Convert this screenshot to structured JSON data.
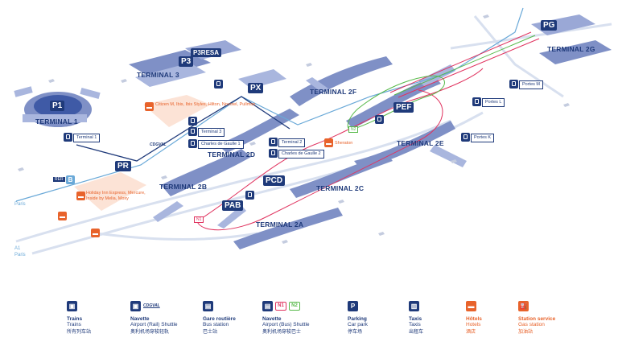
{
  "terminals": {
    "t1": "TERMINAL 1",
    "t2a": "TERMINAL 2A",
    "t2b": "TERMINAL 2B",
    "t2c": "TERMINAL 2C",
    "t2d": "TERMINAL 2D",
    "t2e": "TERMINAL 2E",
    "t2f": "TERMINAL 2F",
    "t2g": "TERMINAL 2G",
    "t3": "TERMINAL 3"
  },
  "parkings": {
    "p1": "P1",
    "p3": "P3",
    "p3resa": "P3RESA",
    "px": "PX",
    "pr": "PR",
    "pab": "PAB",
    "pcd": "PCD",
    "pef": "PEF",
    "pg": "PG"
  },
  "stops": {
    "terminal1": "Terminal 1",
    "terminal3": "Terminal 3",
    "cdg1": "Charles de Gaulle 1",
    "terminal2": "Terminal 2",
    "cdg2": "Charles de Gaulle 2",
    "portes_k": "Portes K",
    "portes_l": "Portes L",
    "portes_m": "Portes M"
  },
  "hotels": {
    "t3_hotels": "Citizen M, Ibis, Ibis Styles, Hilton, Novotel, Pullman",
    "pr_hotels": "Holiday Inn Express, Mercure, Inside by Melia, Moxy",
    "sheraton": "Sheraton"
  },
  "map_text": {
    "cdgval": "CDGVAL",
    "rer_b": "B",
    "paris": "Paris",
    "a1": "A1",
    "paris2": "Paris",
    "n1": "N1",
    "n2": "N2"
  },
  "legend": [
    {
      "t1": "Trains",
      "t2": "Trains",
      "t3": "所有列车站"
    },
    {
      "icon": "CDGVAL",
      "t1": "Navette",
      "t2": "Airport (Rail) Shuttle",
      "t3": "奥利机场穿梭轻轨"
    },
    {
      "t1": "Gare routière",
      "t2": "Bus station",
      "t3": "巴士站"
    },
    {
      "n1": "N1",
      "n2": "N2",
      "t1": "Navette",
      "t2": "Airport (Bus) Shuttle",
      "t3": "奥利机场穿梭巴士"
    },
    {
      "icon": "P",
      "t1": "Parking",
      "t2": "Car park",
      "t3": "停车场"
    },
    {
      "t1": "Taxis",
      "t2": "Taxis",
      "t3": "出租车"
    },
    {
      "t1": "Hôtels",
      "t2": "Hotels",
      "t3": "酒店"
    },
    {
      "t1": "Station service",
      "t2": "Gas station",
      "t3": "加油站"
    }
  ],
  "colors": {
    "navy": "#1f3a7a",
    "building": "#7f90c6",
    "building_dark": "#3f5aa6",
    "orange": "#e8632b",
    "pink_n1": "#e0335f",
    "green_n2": "#57b94a",
    "road_blue": "#6aa9d8",
    "hotel_area": "#fce3d6"
  }
}
